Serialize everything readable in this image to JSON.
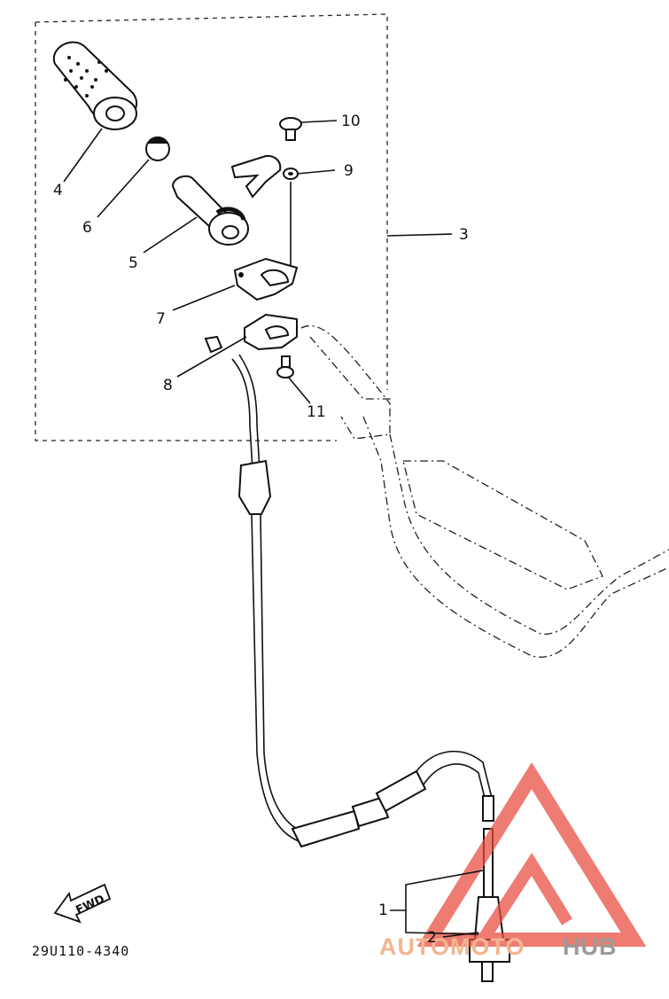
{
  "callouts": {
    "c1": "1",
    "c2": "2",
    "c3": "3",
    "c4": "4",
    "c5": "5",
    "c6": "6",
    "c7": "7",
    "c8": "8",
    "c9": "9",
    "c10": "10",
    "c11": "11"
  },
  "part_code": "29U110-4340",
  "direction_label": "FWD",
  "watermark": {
    "part1": "AUTOMOTO",
    "part2": "HUB",
    "accent_color": "#e84a3c",
    "text_color": "#9a9a9a"
  }
}
